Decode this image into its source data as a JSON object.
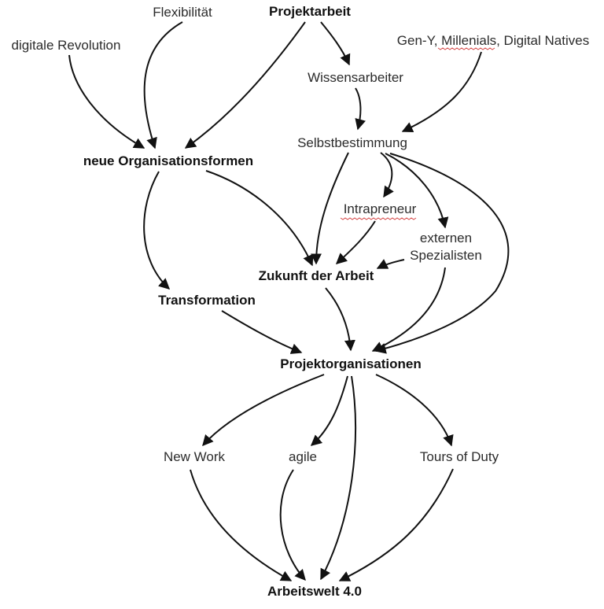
{
  "nodes": {
    "flexibilitaet": "Flexibilität",
    "projektarbeit": "Projektarbeit",
    "digitale_revolution": "digitale Revolution",
    "gen_y": "Gen-Y, Millenials, Digital Natives",
    "wissensarbeiter": "Wissensarbeiter",
    "selbstbestimmung": "Selbstbestimmung",
    "neue_organisationsformen": "neue Organisationsformen",
    "intrapreneur": "Intrapreneur",
    "externen_spezialisten_line1": "externen",
    "externen_spezialisten_line2": "Spezialisten",
    "zukunft_der_arbeit": "Zukunft der Arbeit",
    "transformation": "Transformation",
    "projektorganisationen": "Projektorganisationen",
    "new_work": "New Work",
    "agile": "agile",
    "tours_of_duty": "Tours of Duty",
    "arbeitswelt": "Arbeitswelt 4.0"
  },
  "colors": {
    "edge": "#111111",
    "text": "#2b2b2b",
    "spellcheck": "#d64545"
  }
}
